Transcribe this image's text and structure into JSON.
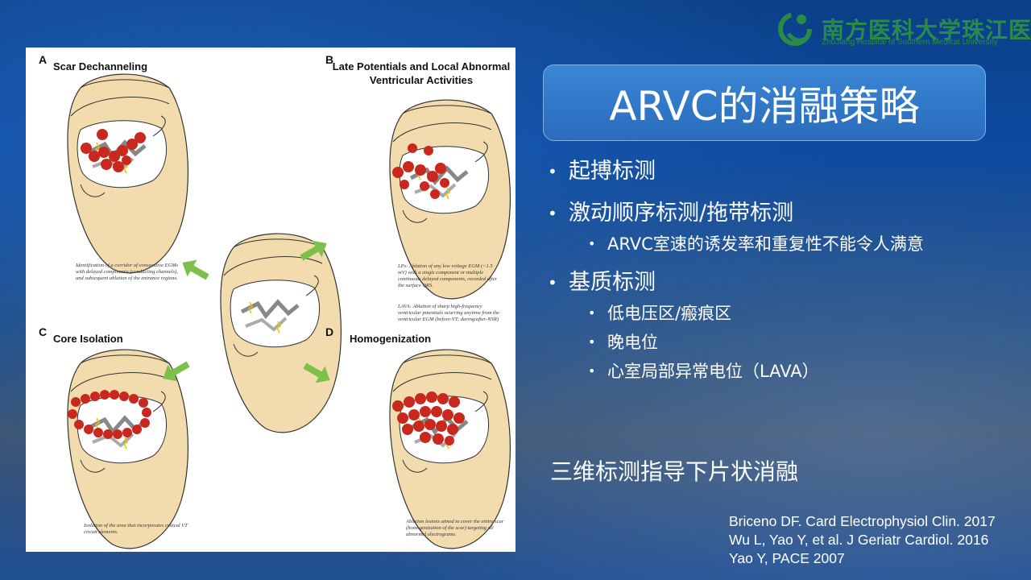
{
  "logo": {
    "name": "南方医科大学珠江医院",
    "subtitle": "ZhuJiang Hospital of Southern Medical University"
  },
  "figure": {
    "panels": [
      {
        "letter": "A",
        "title": "Scar Dechanneling",
        "caption": "Identification of a corridor of consecutive EGMs with delayed components (conducting channels), and subsequent ablation of the entrance regions."
      },
      {
        "letter": "B",
        "title": "Late Potentials and Local Abnormal Ventricular Activities",
        "caption": "LPs: Ablation of any low voltage EGM (<1.5 mV) with a single component or multiple continuous delayed components, recorded after the surface QRS.",
        "caption2": "LAVA: Ablation of sharp high-frequency ventricular potentials ocurring anytime from the ventricular EGM (before-VT; during/after-NSR)"
      },
      {
        "letter": "C",
        "title": "Core Isolation",
        "caption": "Isolation of the area that incorporates critical VT circuit elements."
      },
      {
        "letter": "D",
        "title": "Homogenization",
        "caption": "Ablation lesions aimed to cover the entire scar (homogenization of the scar) targeting all abnormal electrograms."
      }
    ],
    "colors": {
      "heart": "#f2dcae",
      "lesion": "#c8281e",
      "arrow": "#7cc04a"
    }
  },
  "slide": {
    "title": "ARVC的消融策略",
    "bullets": [
      {
        "text": "起搏标测",
        "level": 1
      },
      {
        "text": "激动顺序标测/拖带标测",
        "level": 1
      },
      {
        "text": "ARVC室速的诱发率和重复性不能令人满意",
        "level": 2
      },
      {
        "text": "基质标测",
        "level": 1
      },
      {
        "text": "低电压区/瘢痕区",
        "level": 2
      },
      {
        "text": "晚电位",
        "level": 2
      },
      {
        "text": "心室局部异常电位（LAVA）",
        "level": 2
      }
    ],
    "summary": "三维标测指导下片状消融",
    "references": [
      "Briceno DF. Card Electrophysiol Clin. 2017",
      "Wu L, Yao Y, et al. J Geriatr Cardiol. 2016",
      "Yao Y, PACE 2007"
    ]
  }
}
